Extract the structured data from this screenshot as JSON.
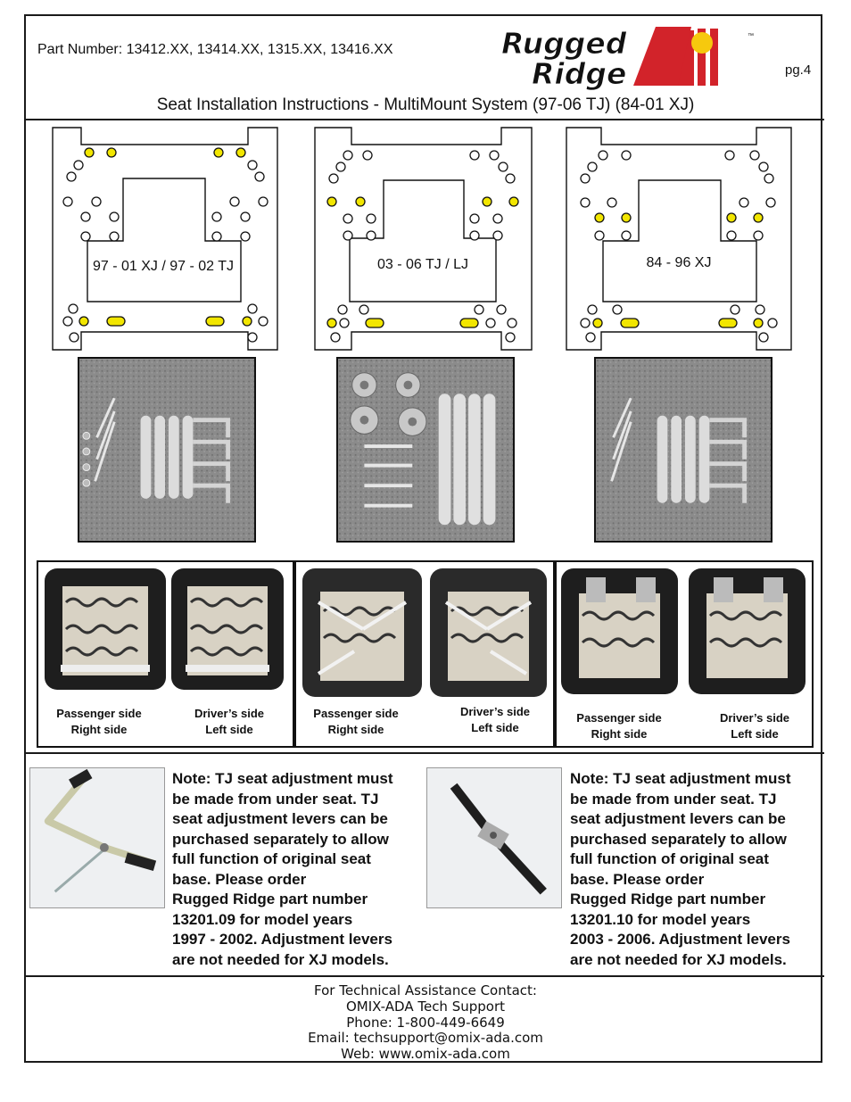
{
  "header": {
    "part_number": "Part Number:  13412.XX, 13414.XX, 1315.XX, 13416.XX",
    "brand_line1": "Rugged",
    "brand_line2": "Ridge",
    "trademark": "™",
    "page": "pg.4",
    "title": "Seat Installation Instructions - MultiMount System (97-06 TJ) (84-01 XJ)"
  },
  "plates": [
    {
      "label": "97 - 01 XJ / 97 - 02 TJ"
    },
    {
      "label": "03 - 06 TJ / LJ"
    },
    {
      "label": "84 - 96 XJ"
    }
  ],
  "seats": [
    {
      "left": {
        "line1": "Passenger side",
        "line2": "Right side"
      },
      "right": {
        "line1": "Driver’s side",
        "line2": "Left side"
      }
    },
    {
      "left": {
        "line1": "Passenger side",
        "line2": "Right side"
      },
      "right": {
        "line1": "Driver’s side",
        "line2": "Left side"
      }
    },
    {
      "left": {
        "line1": "Passenger side",
        "line2": "Right side"
      },
      "right": {
        "line1": "Driver’s side",
        "line2": "Left side"
      }
    }
  ],
  "notes": [
    {
      "text": "Note: TJ seat adjustment must\nbe made from under seat. TJ\nseat adjustment levers can be\npurchased separately to allow\nfull function of original seat\nbase. Please order\nRugged Ridge part number\n13201.09 for model years\n1997 - 2002.  Adjustment levers\nare not needed for XJ models."
    },
    {
      "text": "Note: TJ seat adjustment must\nbe made from under seat. TJ\nseat adjustment levers can be\npurchased separately to allow\nfull function of original seat\nbase. Please order\nRugged Ridge part number\n13201.10 for model years\n2003 - 2006.  Adjustment levers\nare not needed for XJ models."
    }
  ],
  "contact": {
    "heading": "For Technical Assistance Contact:",
    "company": "OMIX-ADA Tech Support",
    "phone": "Phone: 1-800-449-6649",
    "email": "Email: techsupport@omix-ada.com",
    "web": "Web: www.omix-ada.com"
  },
  "colors": {
    "highlight": "#f2e600",
    "logo_red": "#d2232a",
    "logo_yellow": "#f6c90e"
  }
}
